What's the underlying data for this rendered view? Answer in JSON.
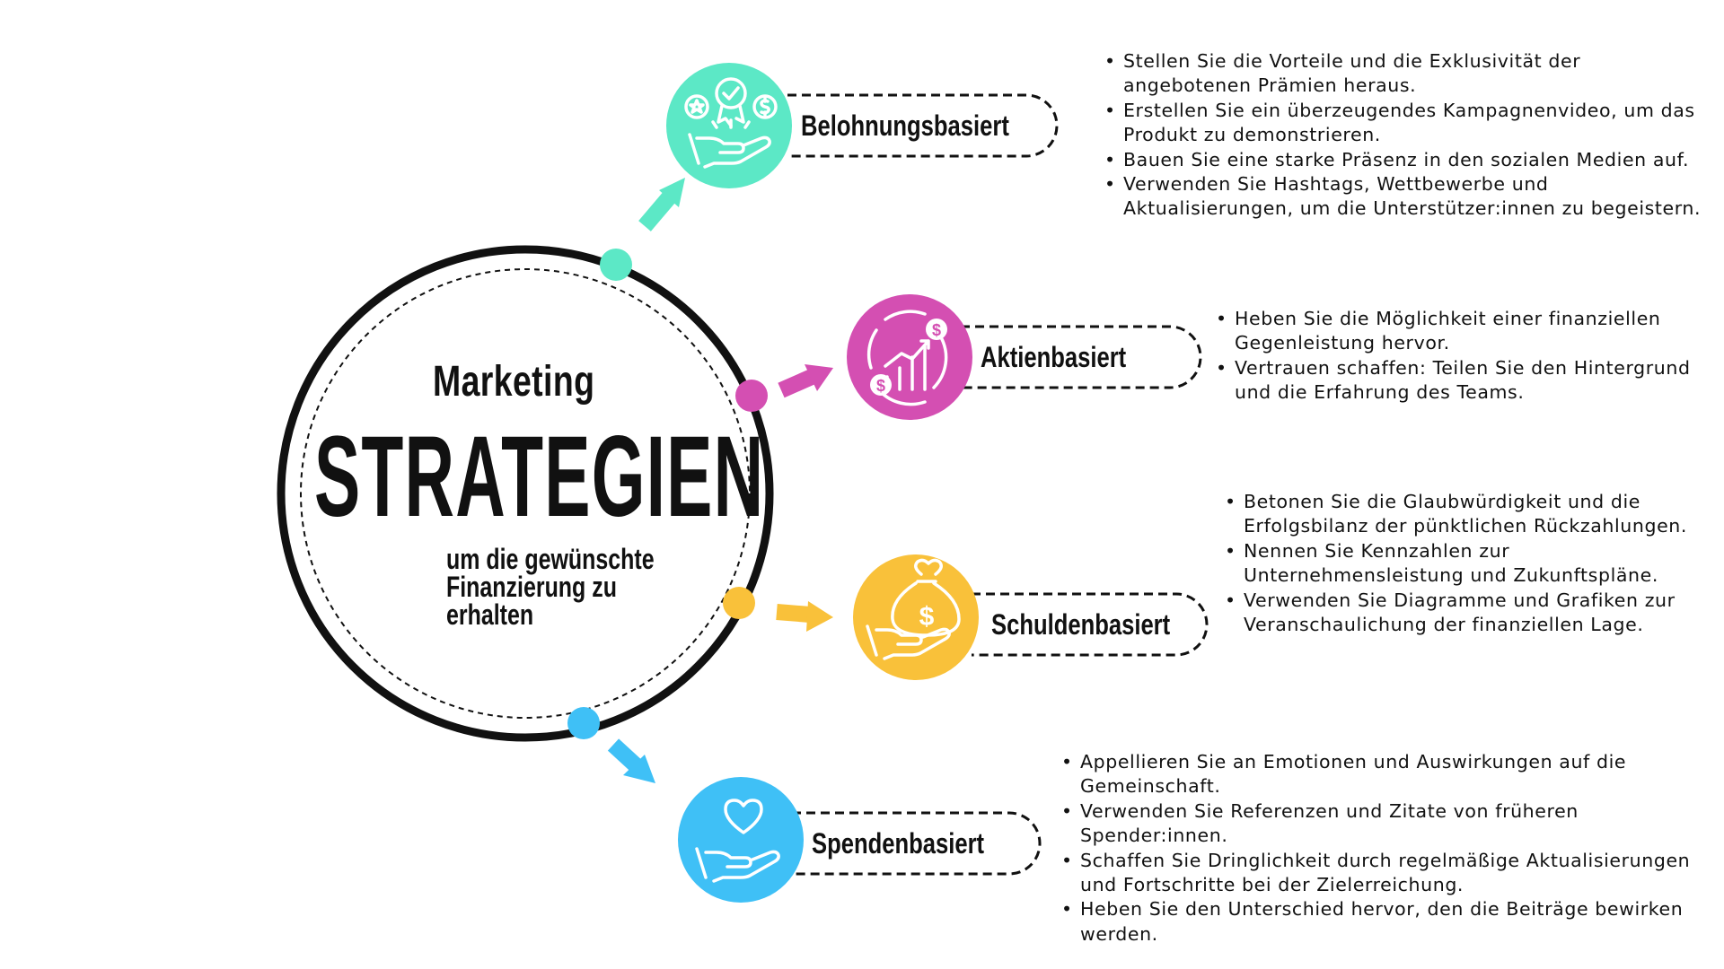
{
  "center": {
    "line1": "Marketing",
    "line2": "STRATEGIEN",
    "line3": "um die gewünschte Finanzierung zu erhalten"
  },
  "colors": {
    "belohnung": "#5ce8c6",
    "aktien": "#d44fb2",
    "schulden": "#f9c13a",
    "spenden": "#3fc0f6",
    "ring": "#111111"
  },
  "strategies": [
    {
      "key": "belohnung",
      "label": "Belohnungsbasiert",
      "icon": "reward-hand-icon",
      "bullets": [
        "Stellen Sie die Vorteile und die Exklusivität der angebotenen Prämien heraus.",
        "Erstellen Sie ein überzeugendes Kampagnenvideo, um das Produkt zu demonstrieren.",
        "Bauen Sie eine starke Präsenz in den sozialen Medien auf.",
        "Verwenden Sie Hashtags, Wettbewerbe und Aktualisierungen, um die Unterstützer:innen zu begeistern."
      ]
    },
    {
      "key": "aktien",
      "label": "Aktienbasiert",
      "icon": "growth-chart-dollar-icon",
      "bullets": [
        "Heben Sie die Möglichkeit einer finanziellen Gegenleistung hervor.",
        "Vertrauen schaffen: Teilen Sie den Hintergrund und die Erfahrung des Teams."
      ]
    },
    {
      "key": "schulden",
      "label": "Schuldenbasiert",
      "icon": "money-bag-hand-icon",
      "bullets": [
        "Betonen Sie die Glaubwürdigkeit und die Erfolgsbilanz der pünktlichen Rückzahlungen.",
        "Nennen Sie Kennzahlen zur Unternehmensleistung und Zukunftspläne.",
        "Verwenden Sie Diagramme und Grafiken zur Veranschaulichung der finanziellen Lage."
      ]
    },
    {
      "key": "spenden",
      "label": "Spendenbasiert",
      "icon": "heart-hand-icon",
      "bullets": [
        "Appellieren Sie an Emotionen und Auswirkungen auf die Gemeinschaft.",
        "Verwenden Sie Referenzen und Zitate von früheren Spender:innen.",
        "Schaffen Sie Dringlichkeit durch regelmäßige Aktualisierungen und Fortschritte bei der Zielerreichung.",
        "Heben Sie den Unterschied hervor, den die Beiträge bewirken werden."
      ]
    }
  ]
}
